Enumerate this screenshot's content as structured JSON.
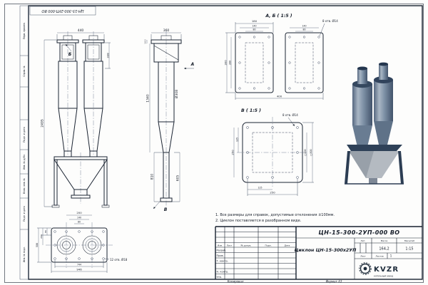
{
  "sheet": {
    "stamp_rotated": "ЦН-15-300-2УП-000 ВО",
    "footer_copy": "Копировал",
    "footer_format": "Формат А3",
    "left_fields": [
      "Перв. примен.",
      "Справ. №",
      "Подп. и дата",
      "Инв. № дубл.",
      "Взам. инв. №",
      "Подп. и дата",
      "Инв. № подл."
    ]
  },
  "notes": {
    "line1": "1. Все размеры для справок, допустимые отклонения ±100мм.",
    "line2": "2. Циклон поставляется в разобранном виде."
  },
  "front_view": {
    "dim_width": "440",
    "dim_height": "2495",
    "dim_inlet": "338",
    "label_b": "Б"
  },
  "side_view": {
    "dim_width": "360",
    "dim_flange": "14,5",
    "dim_body": "1340",
    "dim_diameter": "Ø308",
    "dim_cone": "810",
    "dim_outlet": "605",
    "label_a": "А",
    "label_v": "В"
  },
  "flange_ab": {
    "title": "А, Б ( 1:5 )",
    "holes_note": "8 отв. Ø14",
    "dim_180": "180",
    "dim_140_l": "140",
    "dim_80_l": "80",
    "dim_140_r": "140",
    "dim_80_r": "80",
    "dim_300": "300",
    "dim_200": "200",
    "dim_400": "400"
  },
  "flange_v": {
    "title": "В ( 1:5 )",
    "holes_note": "8 отв. Ø14",
    "dim_250_l": "250",
    "dim_125_l": "125",
    "dim_125_b": "125",
    "dim_250_b": "250",
    "dim_sq200": "□200",
    "dim_sq300": "□300"
  },
  "plan_view": {
    "holes_note": "12 отв. Ø18",
    "dim_200": "200",
    "dim_140": "140",
    "dim_80": "80",
    "dim_86": "86",
    "dim_206": "206",
    "dim_506": "506",
    "dim_744": "744",
    "dim_946": "946"
  },
  "title_block": {
    "doc_code": "ЦН-15-300-2УП-000 ВО",
    "product_name": "Циклон ЦН-15-300х2УП",
    "hdr_izm": "Изм.",
    "hdr_list": "Лист",
    "hdr_doc": "№ докум.",
    "hdr_podp": "Подп.",
    "hdr_data": "Дата",
    "row_razrab": "Разраб.",
    "row_prov": "Пров.",
    "row_tkontr": "Т. контр.",
    "row_nkontr": "Н. контр.",
    "row_utv": "Утв.",
    "hdr_lit": "Лит.",
    "hdr_massa": "Масса",
    "hdr_masshtab": "Масштаб",
    "val_massa": "164,2",
    "val_masshtab": "1:15",
    "lbl_list": "Лист",
    "lbl_listov": "Листов",
    "val_listov": "1",
    "logo_text": "KVZR",
    "logo_sub": "КОТЕЛЬНЫЙ ЗАВОД"
  }
}
